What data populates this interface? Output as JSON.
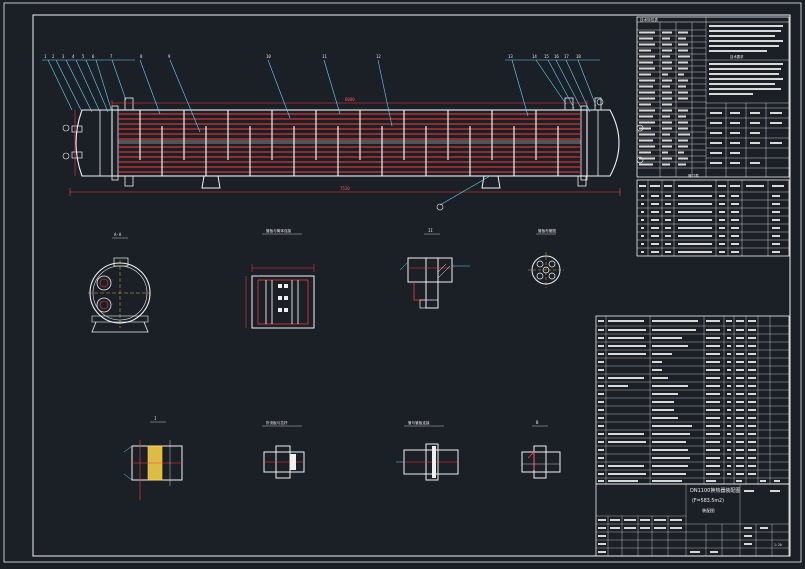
{
  "drawing": {
    "title_block": {
      "line1": "DN1100换热器装配图",
      "line2": "(F=583.5m2)",
      "line3": "装配图",
      "scale": "1:20"
    },
    "tech_table_title": "技术特性表",
    "notes_title": "技术要求",
    "nozzle_title": "管口表",
    "view_labels": {
      "a": "A-A",
      "b": "管板与筒体连接",
      "c": "II",
      "d": "管板布管图",
      "e": "I",
      "f": "折流板与拉杆",
      "g": "管与管板连接",
      "h": "B"
    }
  }
}
